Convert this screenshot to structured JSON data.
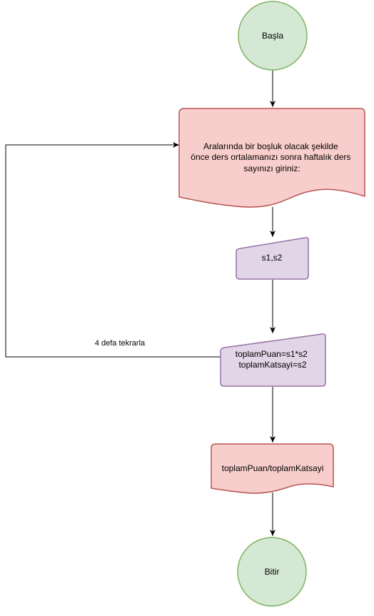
{
  "colors": {
    "terminal_fill": "#d5e8d4",
    "terminal_stroke": "#82b366",
    "output_fill": "#f8cecc",
    "output_stroke": "#b85450",
    "process_fill": "#e1d5e7",
    "process_stroke": "#9673a6",
    "edge": "#000000"
  },
  "nodes": {
    "start": {
      "label": "Başla"
    },
    "prompt": {
      "lines": [
        "Aralarında bir boşluk olacak şekilde",
        "önce ders ortalamanızı sonra haftalık ders",
        "sayınızı giriniz:"
      ]
    },
    "input": {
      "label": "s1,s2"
    },
    "assign": {
      "lines": [
        "toplamPuan=s1*s2",
        "toplamKatsayi=s2"
      ]
    },
    "result": {
      "label": "toplamPuan/toplamKatsayi"
    },
    "end": {
      "label": "Bitir"
    }
  },
  "edges": {
    "loop_label": "4 defa tekrarla"
  }
}
